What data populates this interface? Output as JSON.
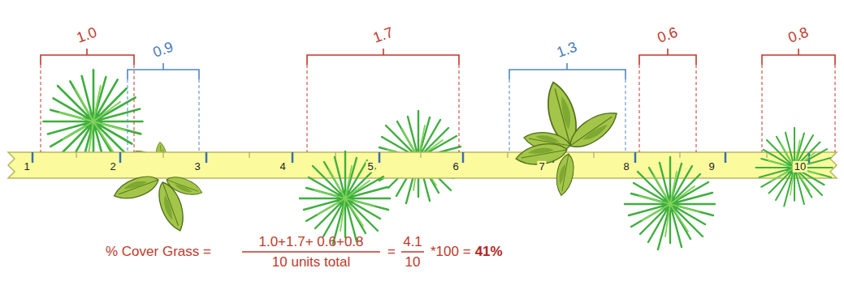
{
  "diagram": {
    "labels": [
      "1.0",
      "0.9",
      "1.7",
      "1.3",
      "0.6",
      "0.8",
      "1",
      "2",
      "3",
      "4",
      "5",
      "6",
      "7",
      "8",
      "9",
      "10",
      "% Cover Grass =",
      "1.0+1.7+ 0.6+0.8",
      "10 units total",
      "=",
      "4.1",
      "10",
      "*100 =",
      "41%"
    ]
  }
}
